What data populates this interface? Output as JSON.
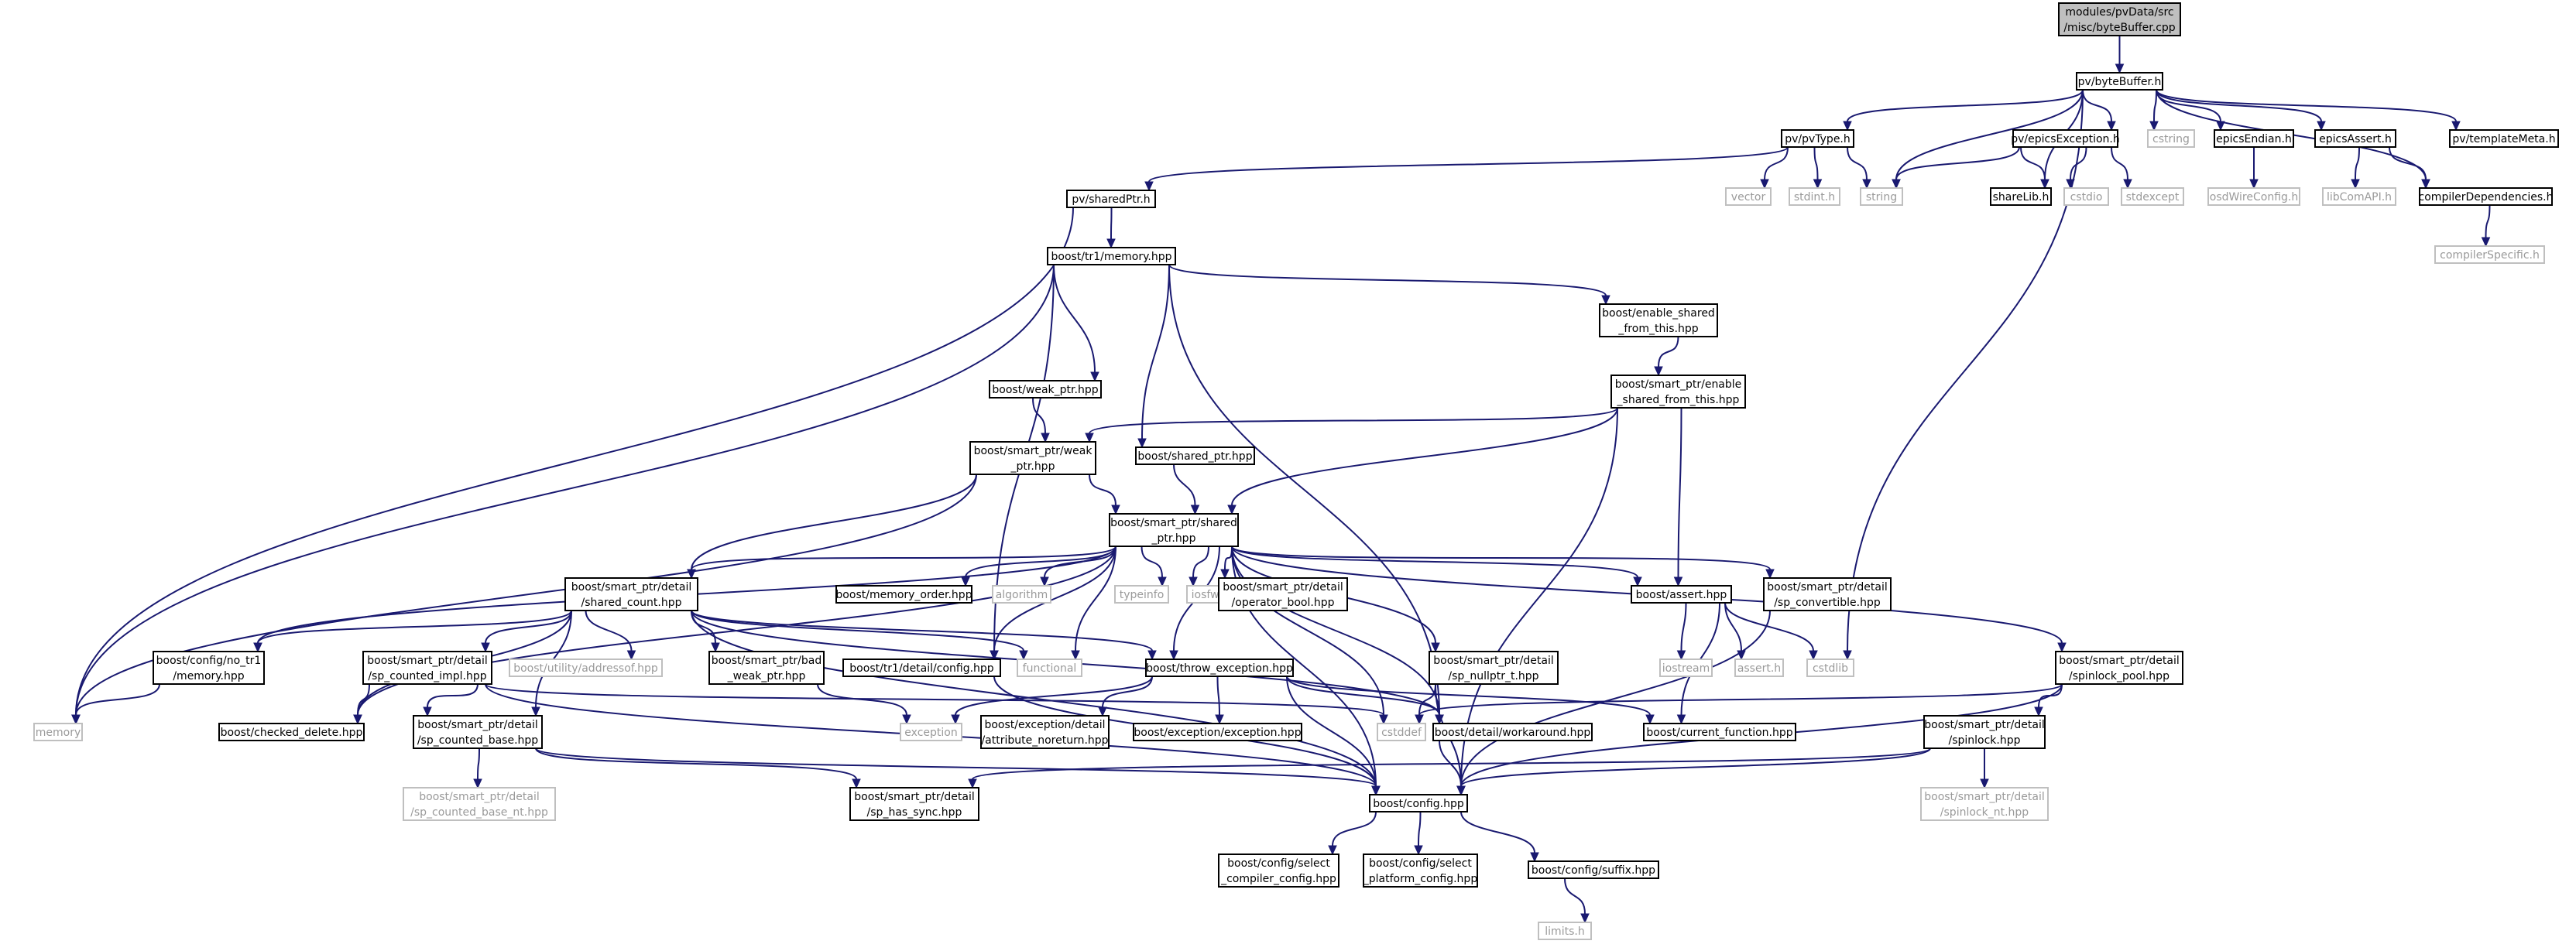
{
  "title": "modules/pvData/src/misc/byteBuffer.cpp",
  "colors": {
    "edge": "#191970",
    "documented_border": "#000000",
    "external_border": "#bfbfbf",
    "external_text": "#9a9a9a",
    "root_fill": "#bfbfbf"
  },
  "nodes": [
    {
      "id": "root",
      "lines": [
        "modules/pvData/src",
        "/misc/byteBuffer.cpp"
      ],
      "kind": "root"
    },
    {
      "id": "bytebuffer_h",
      "lines": [
        "pv/byteBuffer.h"
      ],
      "kind": "doc"
    },
    {
      "id": "pvtype_h",
      "lines": [
        "pv/pvType.h"
      ],
      "kind": "doc"
    },
    {
      "id": "epicsexception_h",
      "lines": [
        "pv/epicsException.h"
      ],
      "kind": "doc"
    },
    {
      "id": "cstring",
      "lines": [
        "cstring"
      ],
      "kind": "ext"
    },
    {
      "id": "epicsendian_h",
      "lines": [
        "epicsEndian.h"
      ],
      "kind": "doc"
    },
    {
      "id": "epicsassert_h",
      "lines": [
        "epicsAssert.h"
      ],
      "kind": "doc"
    },
    {
      "id": "templatemeta_h",
      "lines": [
        "pv/templateMeta.h"
      ],
      "kind": "doc"
    },
    {
      "id": "vector",
      "lines": [
        "vector"
      ],
      "kind": "ext"
    },
    {
      "id": "stdint_h",
      "lines": [
        "stdint.h"
      ],
      "kind": "ext"
    },
    {
      "id": "string",
      "lines": [
        "string"
      ],
      "kind": "ext"
    },
    {
      "id": "sharelib_h",
      "lines": [
        "shareLib.h"
      ],
      "kind": "doc"
    },
    {
      "id": "cstdio",
      "lines": [
        "cstdio"
      ],
      "kind": "ext"
    },
    {
      "id": "stdexcept",
      "lines": [
        "stdexcept"
      ],
      "kind": "ext"
    },
    {
      "id": "osdwireconfig_h",
      "lines": [
        "osdWireConfig.h"
      ],
      "kind": "ext"
    },
    {
      "id": "libcomapi_h",
      "lines": [
        "libComAPI.h"
      ],
      "kind": "ext"
    },
    {
      "id": "compilerdependencies_h",
      "lines": [
        "compilerDependencies.h"
      ],
      "kind": "doc"
    },
    {
      "id": "compilerspecific_h",
      "lines": [
        "compilerSpecific.h"
      ],
      "kind": "ext"
    },
    {
      "id": "sharedptr_h",
      "lines": [
        "pv/sharedPtr.h"
      ],
      "kind": "doc"
    },
    {
      "id": "tr1_memory_hpp",
      "lines": [
        "boost/tr1/memory.hpp"
      ],
      "kind": "doc"
    },
    {
      "id": "enable_shared_from_this_hpp",
      "lines": [
        "boost/enable_shared",
        "_from_this.hpp"
      ],
      "kind": "doc"
    },
    {
      "id": "sp_enable_shared_from_this_hpp",
      "lines": [
        "boost/smart_ptr/enable",
        "_shared_from_this.hpp"
      ],
      "kind": "doc"
    },
    {
      "id": "weak_ptr_hpp",
      "lines": [
        "boost/weak_ptr.hpp"
      ],
      "kind": "doc"
    },
    {
      "id": "sp_weak_ptr_hpp",
      "lines": [
        "boost/smart_ptr/weak",
        "_ptr.hpp"
      ],
      "kind": "doc"
    },
    {
      "id": "shared_ptr_hpp",
      "lines": [
        "boost/shared_ptr.hpp"
      ],
      "kind": "doc"
    },
    {
      "id": "sp_shared_ptr_hpp",
      "lines": [
        "boost/smart_ptr/shared",
        "_ptr.hpp"
      ],
      "kind": "doc"
    },
    {
      "id": "shared_count_hpp",
      "lines": [
        "boost/smart_ptr/detail",
        "/shared_count.hpp"
      ],
      "kind": "doc"
    },
    {
      "id": "memory_order_hpp",
      "lines": [
        "boost/memory_order.hpp"
      ],
      "kind": "doc"
    },
    {
      "id": "algorithm",
      "lines": [
        "algorithm"
      ],
      "kind": "ext"
    },
    {
      "id": "typeinfo",
      "lines": [
        "typeinfo"
      ],
      "kind": "ext"
    },
    {
      "id": "iosfwd",
      "lines": [
        "iosfwd"
      ],
      "kind": "ext"
    },
    {
      "id": "operator_bool_hpp",
      "lines": [
        "boost/smart_ptr/detail",
        "/operator_bool.hpp"
      ],
      "kind": "doc"
    },
    {
      "id": "assert_hpp",
      "lines": [
        "boost/assert.hpp"
      ],
      "kind": "doc"
    },
    {
      "id": "sp_convertible_hpp",
      "lines": [
        "boost/smart_ptr/detail",
        "/sp_convertible.hpp"
      ],
      "kind": "doc"
    },
    {
      "id": "memory",
      "lines": [
        "memory"
      ],
      "kind": "ext"
    },
    {
      "id": "no_tr1_memory_hpp",
      "lines": [
        "boost/config/no_tr1",
        "/memory.hpp"
      ],
      "kind": "doc"
    },
    {
      "id": "checked_delete_hpp",
      "lines": [
        "boost/checked_delete.hpp"
      ],
      "kind": "doc"
    },
    {
      "id": "sp_counted_impl_hpp",
      "lines": [
        "boost/smart_ptr/detail",
        "/sp_counted_impl.hpp"
      ],
      "kind": "doc"
    },
    {
      "id": "addressof_hpp",
      "lines": [
        "boost/utility/addressof.hpp"
      ],
      "kind": "ext"
    },
    {
      "id": "bad_weak_ptr_hpp",
      "lines": [
        "boost/smart_ptr/bad",
        "_weak_ptr.hpp"
      ],
      "kind": "doc"
    },
    {
      "id": "tr1_detail_config_hpp",
      "lines": [
        "boost/tr1/detail/config.hpp"
      ],
      "kind": "doc"
    },
    {
      "id": "functional",
      "lines": [
        "functional"
      ],
      "kind": "ext"
    },
    {
      "id": "throw_exception_hpp",
      "lines": [
        "boost/throw_exception.hpp"
      ],
      "kind": "doc"
    },
    {
      "id": "sp_nullptr_t_hpp",
      "lines": [
        "boost/smart_ptr/detail",
        "/sp_nullptr_t.hpp"
      ],
      "kind": "doc"
    },
    {
      "id": "iostream",
      "lines": [
        "iostream"
      ],
      "kind": "ext"
    },
    {
      "id": "assert_h",
      "lines": [
        "assert.h"
      ],
      "kind": "ext"
    },
    {
      "id": "cstdlib",
      "lines": [
        "cstdlib"
      ],
      "kind": "ext"
    },
    {
      "id": "spinlock_pool_hpp",
      "lines": [
        "boost/smart_ptr/detail",
        "/spinlock_pool.hpp"
      ],
      "kind": "doc"
    },
    {
      "id": "sp_counted_base_hpp",
      "lines": [
        "boost/smart_ptr/detail",
        "/sp_counted_base.hpp"
      ],
      "kind": "doc"
    },
    {
      "id": "exception",
      "lines": [
        "exception"
      ],
      "kind": "ext"
    },
    {
      "id": "attribute_noreturn_hpp",
      "lines": [
        "boost/exception/detail",
        "/attribute_noreturn.hpp"
      ],
      "kind": "doc"
    },
    {
      "id": "exception_exception_hpp",
      "lines": [
        "boost/exception/exception.hpp"
      ],
      "kind": "doc"
    },
    {
      "id": "cstddef",
      "lines": [
        "cstddef"
      ],
      "kind": "ext"
    },
    {
      "id": "workaround_hpp",
      "lines": [
        "boost/detail/workaround.hpp"
      ],
      "kind": "doc"
    },
    {
      "id": "current_function_hpp",
      "lines": [
        "boost/current_function.hpp"
      ],
      "kind": "doc"
    },
    {
      "id": "spinlock_hpp",
      "lines": [
        "boost/smart_ptr/detail",
        "/spinlock.hpp"
      ],
      "kind": "doc"
    },
    {
      "id": "sp_counted_base_nt_hpp",
      "lines": [
        "boost/smart_ptr/detail",
        "/sp_counted_base_nt.hpp"
      ],
      "kind": "ext"
    },
    {
      "id": "sp_has_sync_hpp",
      "lines": [
        "boost/smart_ptr/detail",
        "/sp_has_sync.hpp"
      ],
      "kind": "doc"
    },
    {
      "id": "config_hpp",
      "lines": [
        "boost/config.hpp"
      ],
      "kind": "doc"
    },
    {
      "id": "spinlock_nt_hpp",
      "lines": [
        "boost/smart_ptr/detail",
        "/spinlock_nt.hpp"
      ],
      "kind": "ext"
    },
    {
      "id": "select_compiler_config_hpp",
      "lines": [
        "boost/config/select",
        "_compiler_config.hpp"
      ],
      "kind": "doc"
    },
    {
      "id": "select_platform_config_hpp",
      "lines": [
        "boost/config/select",
        "_platform_config.hpp"
      ],
      "kind": "doc"
    },
    {
      "id": "suffix_hpp",
      "lines": [
        "boost/config/suffix.hpp"
      ],
      "kind": "doc"
    },
    {
      "id": "limits_h",
      "lines": [
        "limits.h"
      ],
      "kind": "ext"
    }
  ],
  "edges": [
    [
      "root",
      "bytebuffer_h"
    ],
    [
      "bytebuffer_h",
      "pvtype_h"
    ],
    [
      "bytebuffer_h",
      "epicsexception_h"
    ],
    [
      "bytebuffer_h",
      "cstring"
    ],
    [
      "bytebuffer_h",
      "epicsendian_h"
    ],
    [
      "bytebuffer_h",
      "epicsassert_h"
    ],
    [
      "bytebuffer_h",
      "templatemeta_h"
    ],
    [
      "bytebuffer_h",
      "string"
    ],
    [
      "bytebuffer_h",
      "sharelib_h"
    ],
    [
      "bytebuffer_h",
      "compilerdependencies_h"
    ],
    [
      "bytebuffer_h",
      "cstdlib"
    ],
    [
      "pvtype_h",
      "vector"
    ],
    [
      "pvtype_h",
      "stdint_h"
    ],
    [
      "pvtype_h",
      "string"
    ],
    [
      "pvtype_h",
      "sharedptr_h"
    ],
    [
      "epicsexception_h",
      "string"
    ],
    [
      "epicsexception_h",
      "sharelib_h"
    ],
    [
      "epicsexception_h",
      "cstdio"
    ],
    [
      "epicsexception_h",
      "stdexcept"
    ],
    [
      "epicsendian_h",
      "osdwireconfig_h"
    ],
    [
      "epicsassert_h",
      "libcomapi_h"
    ],
    [
      "epicsassert_h",
      "compilerdependencies_h"
    ],
    [
      "compilerdependencies_h",
      "compilerspecific_h"
    ],
    [
      "sharedptr_h",
      "tr1_memory_hpp"
    ],
    [
      "sharedptr_h",
      "memory"
    ],
    [
      "tr1_memory_hpp",
      "memory"
    ],
    [
      "tr1_memory_hpp",
      "enable_shared_from_this_hpp"
    ],
    [
      "tr1_memory_hpp",
      "weak_ptr_hpp"
    ],
    [
      "tr1_memory_hpp",
      "shared_ptr_hpp"
    ],
    [
      "tr1_memory_hpp",
      "tr1_detail_config_hpp"
    ],
    [
      "tr1_memory_hpp",
      "workaround_hpp"
    ],
    [
      "enable_shared_from_this_hpp",
      "sp_enable_shared_from_this_hpp"
    ],
    [
      "sp_enable_shared_from_this_hpp",
      "sp_weak_ptr_hpp"
    ],
    [
      "sp_enable_shared_from_this_hpp",
      "sp_shared_ptr_hpp"
    ],
    [
      "sp_enable_shared_from_this_hpp",
      "assert_hpp"
    ],
    [
      "sp_enable_shared_from_this_hpp",
      "config_hpp"
    ],
    [
      "weak_ptr_hpp",
      "sp_weak_ptr_hpp"
    ],
    [
      "sp_weak_ptr_hpp",
      "memory"
    ],
    [
      "sp_weak_ptr_hpp",
      "shared_count_hpp"
    ],
    [
      "sp_weak_ptr_hpp",
      "sp_shared_ptr_hpp"
    ],
    [
      "shared_ptr_hpp",
      "sp_shared_ptr_hpp"
    ],
    [
      "sp_shared_ptr_hpp",
      "shared_count_hpp"
    ],
    [
      "sp_shared_ptr_hpp",
      "memory_order_hpp"
    ],
    [
      "sp_shared_ptr_hpp",
      "algorithm"
    ],
    [
      "sp_shared_ptr_hpp",
      "typeinfo"
    ],
    [
      "sp_shared_ptr_hpp",
      "iosfwd"
    ],
    [
      "sp_shared_ptr_hpp",
      "operator_bool_hpp"
    ],
    [
      "sp_shared_ptr_hpp",
      "assert_hpp"
    ],
    [
      "sp_shared_ptr_hpp",
      "sp_convertible_hpp"
    ],
    [
      "sp_shared_ptr_hpp",
      "no_tr1_memory_hpp"
    ],
    [
      "sp_shared_ptr_hpp",
      "checked_delete_hpp"
    ],
    [
      "sp_shared_ptr_hpp",
      "throw_exception_hpp"
    ],
    [
      "sp_shared_ptr_hpp",
      "sp_nullptr_t_hpp"
    ],
    [
      "sp_shared_ptr_hpp",
      "spinlock_pool_hpp"
    ],
    [
      "sp_shared_ptr_hpp",
      "cstddef"
    ],
    [
      "sp_shared_ptr_hpp",
      "workaround_hpp"
    ],
    [
      "sp_shared_ptr_hpp",
      "config_hpp"
    ],
    [
      "sp_shared_ptr_hpp",
      "functional"
    ],
    [
      "sp_shared_ptr_hpp",
      "tr1_detail_config_hpp"
    ],
    [
      "shared_count_hpp",
      "no_tr1_memory_hpp"
    ],
    [
      "shared_count_hpp",
      "checked_delete_hpp"
    ],
    [
      "shared_count_hpp",
      "sp_counted_impl_hpp"
    ],
    [
      "shared_count_hpp",
      "addressof_hpp"
    ],
    [
      "shared_count_hpp",
      "bad_weak_ptr_hpp"
    ],
    [
      "shared_count_hpp",
      "functional"
    ],
    [
      "shared_count_hpp",
      "throw_exception_hpp"
    ],
    [
      "shared_count_hpp",
      "sp_counted_base_hpp"
    ],
    [
      "shared_count_hpp",
      "config_hpp"
    ],
    [
      "shared_count_hpp",
      "workaround_hpp"
    ],
    [
      "no_tr1_memory_hpp",
      "memory"
    ],
    [
      "sp_counted_impl_hpp",
      "checked_delete_hpp"
    ],
    [
      "sp_counted_impl_hpp",
      "sp_counted_base_hpp"
    ],
    [
      "sp_counted_impl_hpp",
      "cstddef"
    ],
    [
      "sp_counted_impl_hpp",
      "config_hpp"
    ],
    [
      "bad_weak_ptr_hpp",
      "exception"
    ],
    [
      "tr1_detail_config_hpp",
      "config_hpp"
    ],
    [
      "throw_exception_hpp",
      "exception"
    ],
    [
      "throw_exception_hpp",
      "attribute_noreturn_hpp"
    ],
    [
      "throw_exception_hpp",
      "exception_exception_hpp"
    ],
    [
      "throw_exception_hpp",
      "workaround_hpp"
    ],
    [
      "throw_exception_hpp",
      "current_function_hpp"
    ],
    [
      "throw_exception_hpp",
      "config_hpp"
    ],
    [
      "sp_nullptr_t_hpp",
      "cstddef"
    ],
    [
      "sp_nullptr_t_hpp",
      "config_hpp"
    ],
    [
      "assert_hpp",
      "iostream"
    ],
    [
      "assert_hpp",
      "assert_h"
    ],
    [
      "assert_hpp",
      "cstdlib"
    ],
    [
      "assert_hpp",
      "current_function_hpp"
    ],
    [
      "sp_convertible_hpp",
      "config_hpp"
    ],
    [
      "spinlock_pool_hpp",
      "cstddef"
    ],
    [
      "spinlock_pool_hpp",
      "config_hpp"
    ],
    [
      "spinlock_pool_hpp",
      "spinlock_hpp"
    ],
    [
      "sp_counted_base_hpp",
      "sp_has_sync_hpp"
    ],
    [
      "sp_counted_base_hpp",
      "sp_counted_base_nt_hpp"
    ],
    [
      "sp_counted_base_hpp",
      "config_hpp"
    ],
    [
      "workaround_hpp",
      "config_hpp"
    ],
    [
      "spinlock_hpp",
      "sp_has_sync_hpp"
    ],
    [
      "spinlock_hpp",
      "config_hpp"
    ],
    [
      "spinlock_hpp",
      "spinlock_nt_hpp"
    ],
    [
      "config_hpp",
      "select_compiler_config_hpp"
    ],
    [
      "config_hpp",
      "select_platform_config_hpp"
    ],
    [
      "config_hpp",
      "suffix_hpp"
    ],
    [
      "suffix_hpp",
      "limits_h"
    ]
  ]
}
